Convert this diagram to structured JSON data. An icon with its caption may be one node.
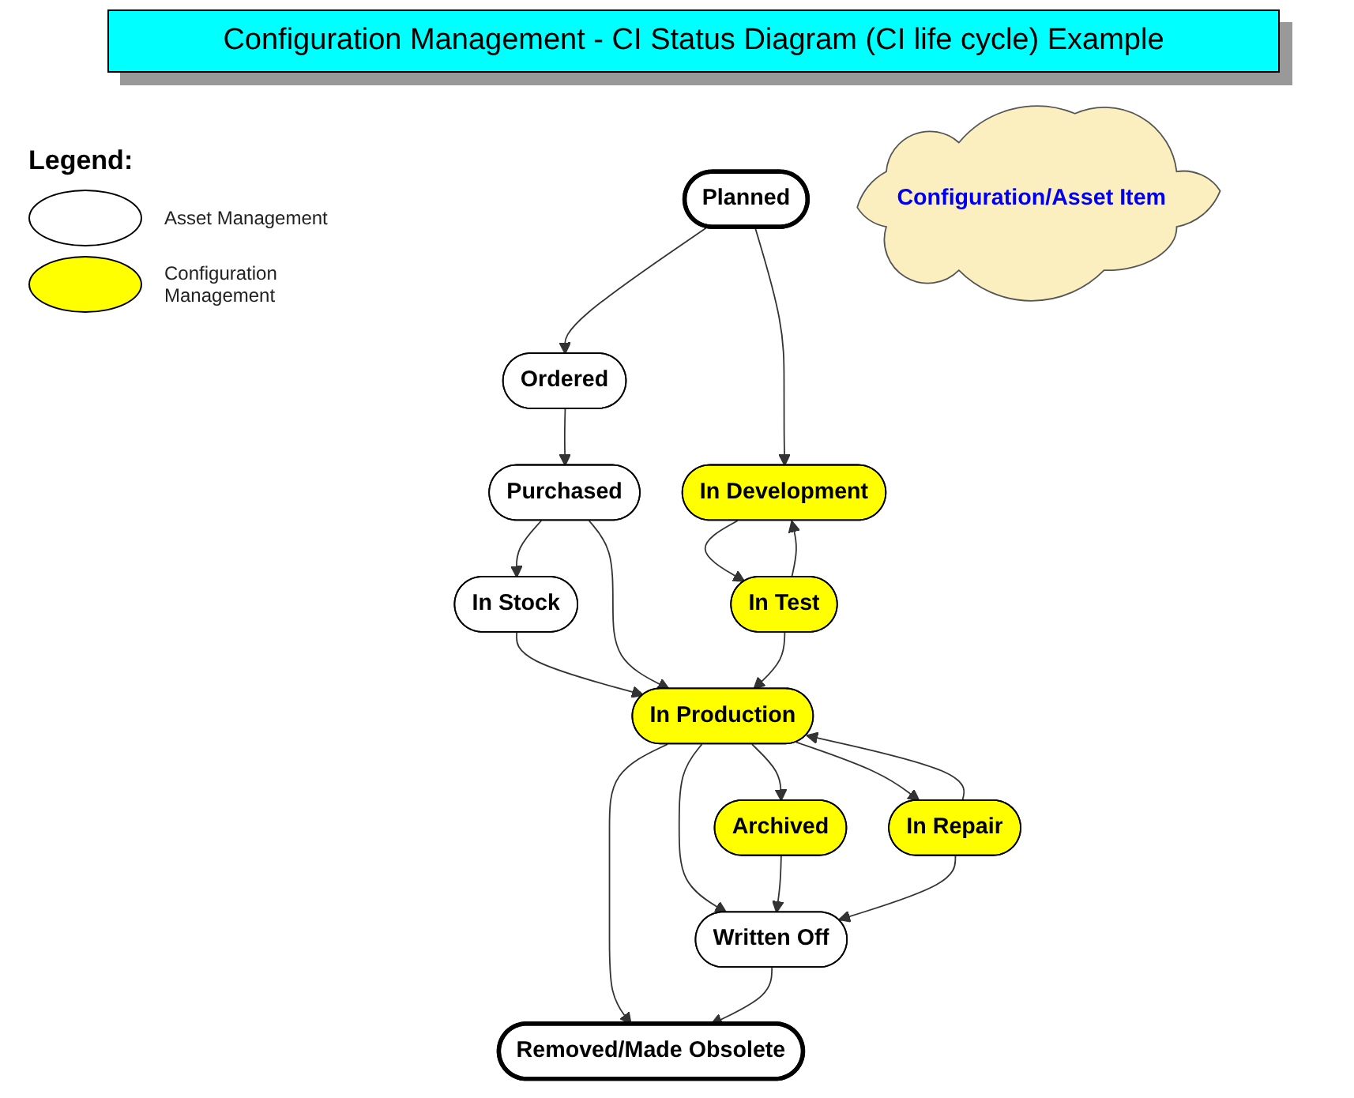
{
  "diagram": {
    "title": "Configuration Management - CI Status Diagram (CI life cycle) Example",
    "nodes": [
      {
        "text": [
          "Planned"
        ]
      },
      {
        "text": [
          "Ordered"
        ]
      },
      {
        "text": [
          "Purchased"
        ]
      },
      {
        "text": [
          "In Development"
        ]
      },
      {
        "text": [
          "In Stock"
        ]
      },
      {
        "text": [
          "Removed/Made Obsolete"
        ]
      },
      {
        "text": [
          "Configuration/Asset Item"
        ]
      },
      {
        "text": [
          "In Test"
        ]
      },
      {
        "text": [
          "Written Off"
        ]
      },
      {
        "text": [
          "In Production"
        ]
      },
      {
        "text": [
          "Archived"
        ]
      },
      {
        "text": [
          "In Repair"
        ]
      }
    ],
    "edges": [
      {
        "from": 0,
        "to": 1,
        "arrow": "to"
      },
      {
        "from": 0,
        "to": 3,
        "arrow": "to"
      },
      {
        "from": 1,
        "to": 2,
        "arrow": "to"
      },
      {
        "from": 2,
        "to": 4,
        "arrow": "to"
      },
      {
        "from": 2,
        "to": 9,
        "arrow": "to"
      },
      {
        "from": 3,
        "to": 7,
        "arrow": "to"
      },
      {
        "from": 7,
        "to": 3,
        "arrow": "to"
      },
      {
        "from": 7,
        "to": 9,
        "arrow": "to"
      },
      {
        "from": 4,
        "to": 9,
        "arrow": "to"
      },
      {
        "from": 9,
        "to": 5,
        "arrow": "to"
      },
      {
        "from": 9,
        "to": 8,
        "arrow": "to"
      },
      {
        "from": 9,
        "to": 10,
        "arrow": "to"
      },
      {
        "from": 10,
        "to": 8,
        "arrow": "to"
      },
      {
        "from": 9,
        "to": 11,
        "arrow": "to"
      },
      {
        "from": 11,
        "to": 9,
        "arrow": "to"
      },
      {
        "from": 11,
        "to": 8,
        "arrow": "to"
      },
      {
        "from": 8,
        "to": 5,
        "arrow": "to"
      }
    ],
    "labels": [
      "Legend:"
    ],
    "legend": [
      {
        "text": "Asset Management",
        "color": "#ffffff"
      },
      {
        "text": "Configuration Management",
        "color": "#ffff00"
      }
    ]
  }
}
